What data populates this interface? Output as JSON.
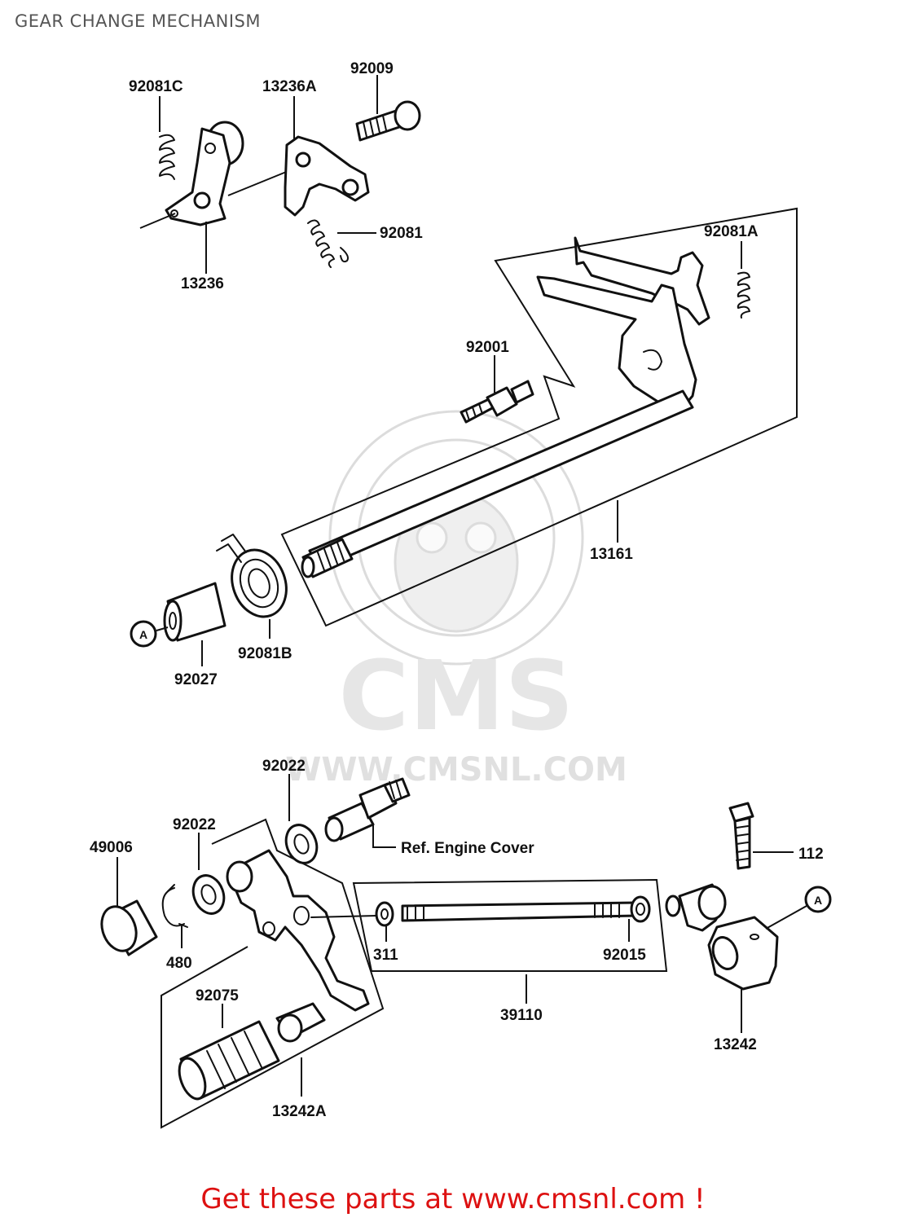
{
  "title": "GEAR CHANGE MECHANISM",
  "watermark": {
    "brand": "CMS",
    "url": "WWW.CMSNL.COM"
  },
  "callout": "Get these parts at www.cmsnl.com !",
  "reference_text": "Ref.  Engine Cover",
  "circle_marker": "A",
  "part_labels": {
    "p92081C": "92081C",
    "p13236A": "13236A",
    "p92009": "92009",
    "p92081": "92081",
    "p13236": "13236",
    "p92081A": "92081A",
    "p92001": "92001",
    "p13161": "13161",
    "p92027": "92027",
    "p92081B": "92081B",
    "p92022_top": "92022",
    "p92022": "92022",
    "p49006": "49006",
    "p480": "480",
    "p311": "311",
    "p92015": "92015",
    "p39110": "39110",
    "p112": "112",
    "p13242": "13242",
    "p92075": "92075",
    "p13242A": "13242A"
  },
  "colors": {
    "callout": "#dd1111",
    "title": "#555555",
    "watermark": "#e6e6e6"
  }
}
